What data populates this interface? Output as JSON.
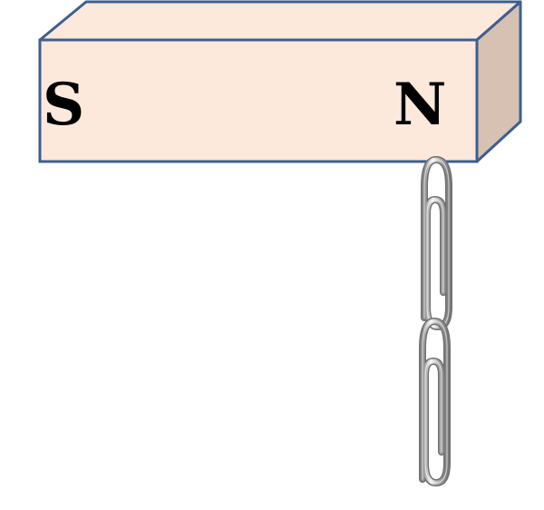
{
  "magnet": {
    "left_pole_label": "S",
    "right_pole_label": "N",
    "colors": {
      "front_face": "#fde9dc",
      "top_face": "#fde9dc",
      "side_face": "#d6c1b3",
      "edge": "#3d5e8f"
    }
  },
  "paperclips": [
    {
      "icon": "paperclip-icon",
      "attached_to": "N"
    },
    {
      "icon": "paperclip-icon",
      "attached_to": "paperclip"
    }
  ]
}
